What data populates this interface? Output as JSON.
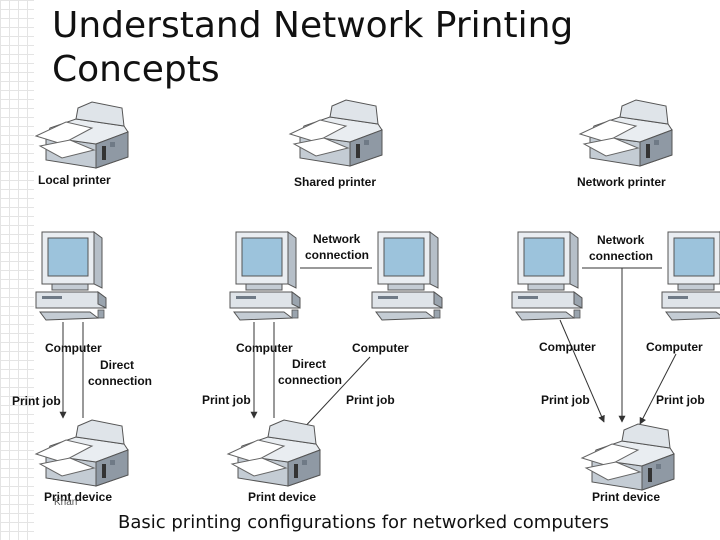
{
  "slide": {
    "title_line1": "Understand Network Printing",
    "title_line2": "Concepts",
    "caption": "Basic printing configurations for networked computers",
    "footer": "Khan"
  },
  "diagram": {
    "local": {
      "printer_label": "Local printer",
      "computer_label": "Computer",
      "direct_line1": "Direct",
      "direct_line2": "connection",
      "print_job": "Print job",
      "device_label": "Print device"
    },
    "shared": {
      "printer_label": "Shared printer",
      "network_line1": "Network",
      "network_line2": "connection",
      "computer_left": "Computer",
      "computer_right": "Computer",
      "direct_line1": "Direct",
      "direct_line2": "connection",
      "print_job_left": "Print job",
      "print_job_right": "Print job",
      "device_label": "Print device"
    },
    "network": {
      "printer_label": "Network printer",
      "network_line1": "Network",
      "network_line2": "connection",
      "computer_left": "Computer",
      "computer_right": "Computer",
      "print_job_left": "Print job",
      "print_job_right": "Print job",
      "device_label": "Print device"
    }
  },
  "colors": {
    "screen": "#9cc3dc",
    "body_light": "#e9edf1",
    "body_mid": "#c4ccd4",
    "body_dark": "#6f7a86",
    "ink": "#333333"
  }
}
